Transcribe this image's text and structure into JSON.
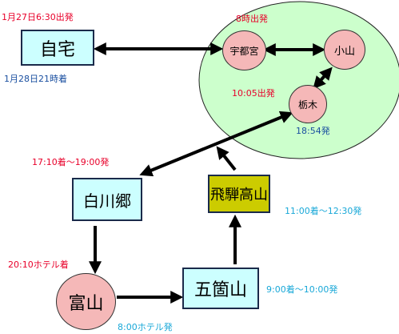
{
  "nodes": {
    "home": "自宅",
    "utsunomiya": "宇都宮",
    "oyama": "小山",
    "tochigi": "栃木",
    "shirakawago": "白川郷",
    "hida_takayama": "飛騨高山",
    "toyama": "富山",
    "gokayama": "五箇山"
  },
  "labels": {
    "home_depart": "1月27日6:30出発",
    "home_arrive": "1月28日21時着",
    "utsunomiya_depart": "8時出発",
    "tochigi_depart": "10:05出発",
    "tochigi_arrive": "18:54発",
    "shirakawago_time": "17:10着～19:00発",
    "takayama_time": "11:00着～12:30発",
    "toyama_arrive": "20:10ホテル着",
    "gokayama_time": "9:00着～10:00発",
    "toyama_depart": "8:00ホテル発"
  },
  "colors": {
    "red_text": "#e8002a",
    "blue_text": "#1a4fa0",
    "cyan_text": "#19a8d8",
    "region_fill": "#ccffcc",
    "box_fill": "#ccffff",
    "takayama_fill": "#cccc00",
    "circle_fill": "#f5b8b8"
  }
}
